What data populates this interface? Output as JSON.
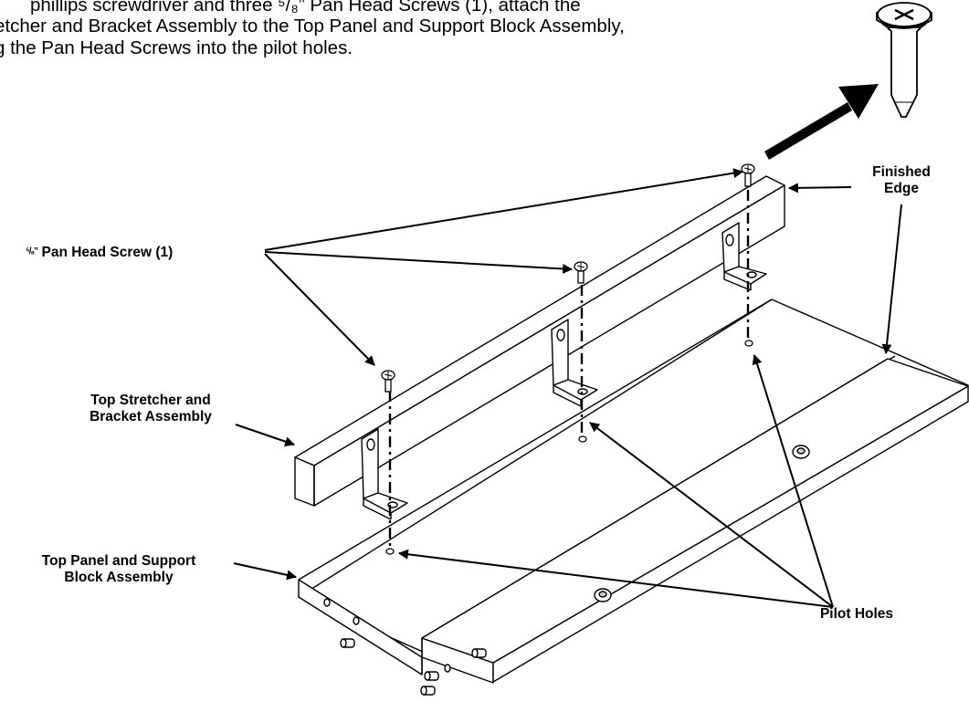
{
  "instructions": {
    "line1": "phillips screwdriver and three ⁵/₈” Pan Head Screws (1), attach the",
    "line2": "etcher and Bracket Assembly to the Top Panel and Support Block Assembly,",
    "line3": "g the Pan Head Screws into the pilot holes."
  },
  "labels": {
    "screw_fraction": "⁵/₈”",
    "screw": "Pan Head Screw (1)",
    "finished_line1": "Finished",
    "finished_line2": "Edge",
    "stretcher_line1": "Top Stretcher and",
    "stretcher_line2": "Bracket Assembly",
    "panel_line1": "Top Panel and Support",
    "panel_line2": "Block Assembly",
    "pilot": "Pilot Holes"
  },
  "colors": {
    "ink": "#000000",
    "paper": "#ffffff"
  }
}
